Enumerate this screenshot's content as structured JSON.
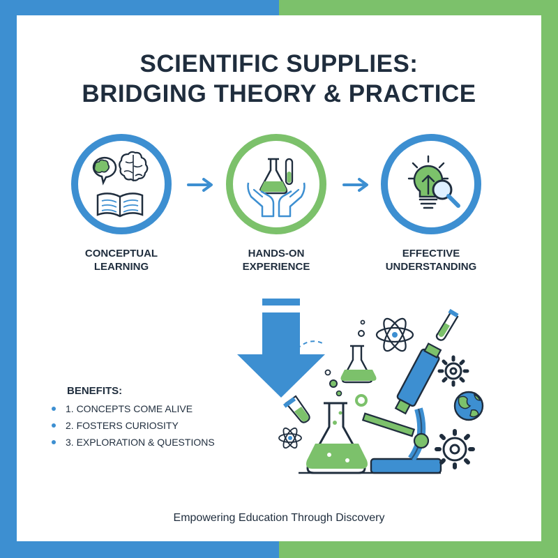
{
  "title": {
    "line1": "SCIENTIFIC SUPPLIES:",
    "line2": "BRIDGING THEORY & PRACTICE"
  },
  "steps": [
    {
      "line1": "CONCEPTUAL",
      "line2": "LEARNING",
      "icon": "brain-book-icon",
      "ring_color": "#3d8fd1"
    },
    {
      "line1": "HANDS-ON",
      "line2": "EXPERIENCE",
      "icon": "hands-flask-icon",
      "ring_color": "#7cc16b"
    },
    {
      "line1": "EFFECTIVE",
      "line2": "UNDERSTANDING",
      "icon": "lightbulb-magnifier-icon",
      "ring_color": "#3d8fd1"
    }
  ],
  "benefits": {
    "heading": "BENEFITS:",
    "items": [
      "1. CONCEPTS COME ALIVE",
      "2. FOSTERS CURIOSITY",
      "3. EXPLORATION & QUESTIONS"
    ]
  },
  "footer": "Empowering Education Through Discovery",
  "colors": {
    "blue": "#3d8fd1",
    "green": "#7cc16b",
    "dark": "#1f2d3d"
  }
}
